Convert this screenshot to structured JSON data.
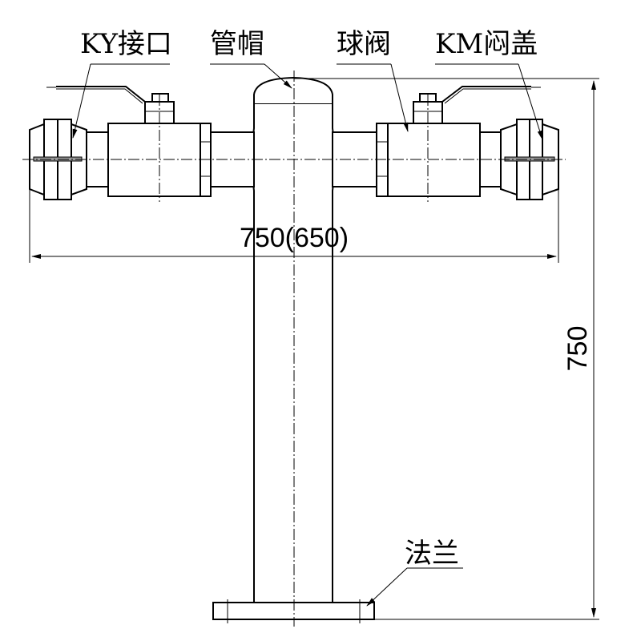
{
  "labels": {
    "ky_connector": "KY接口",
    "pipe_cap": "管帽",
    "ball_valve": "球阀",
    "km_blind_cap": "KM闷盖",
    "flange": "法兰"
  },
  "dimensions": {
    "width": "750(650)",
    "height": "750"
  }
}
